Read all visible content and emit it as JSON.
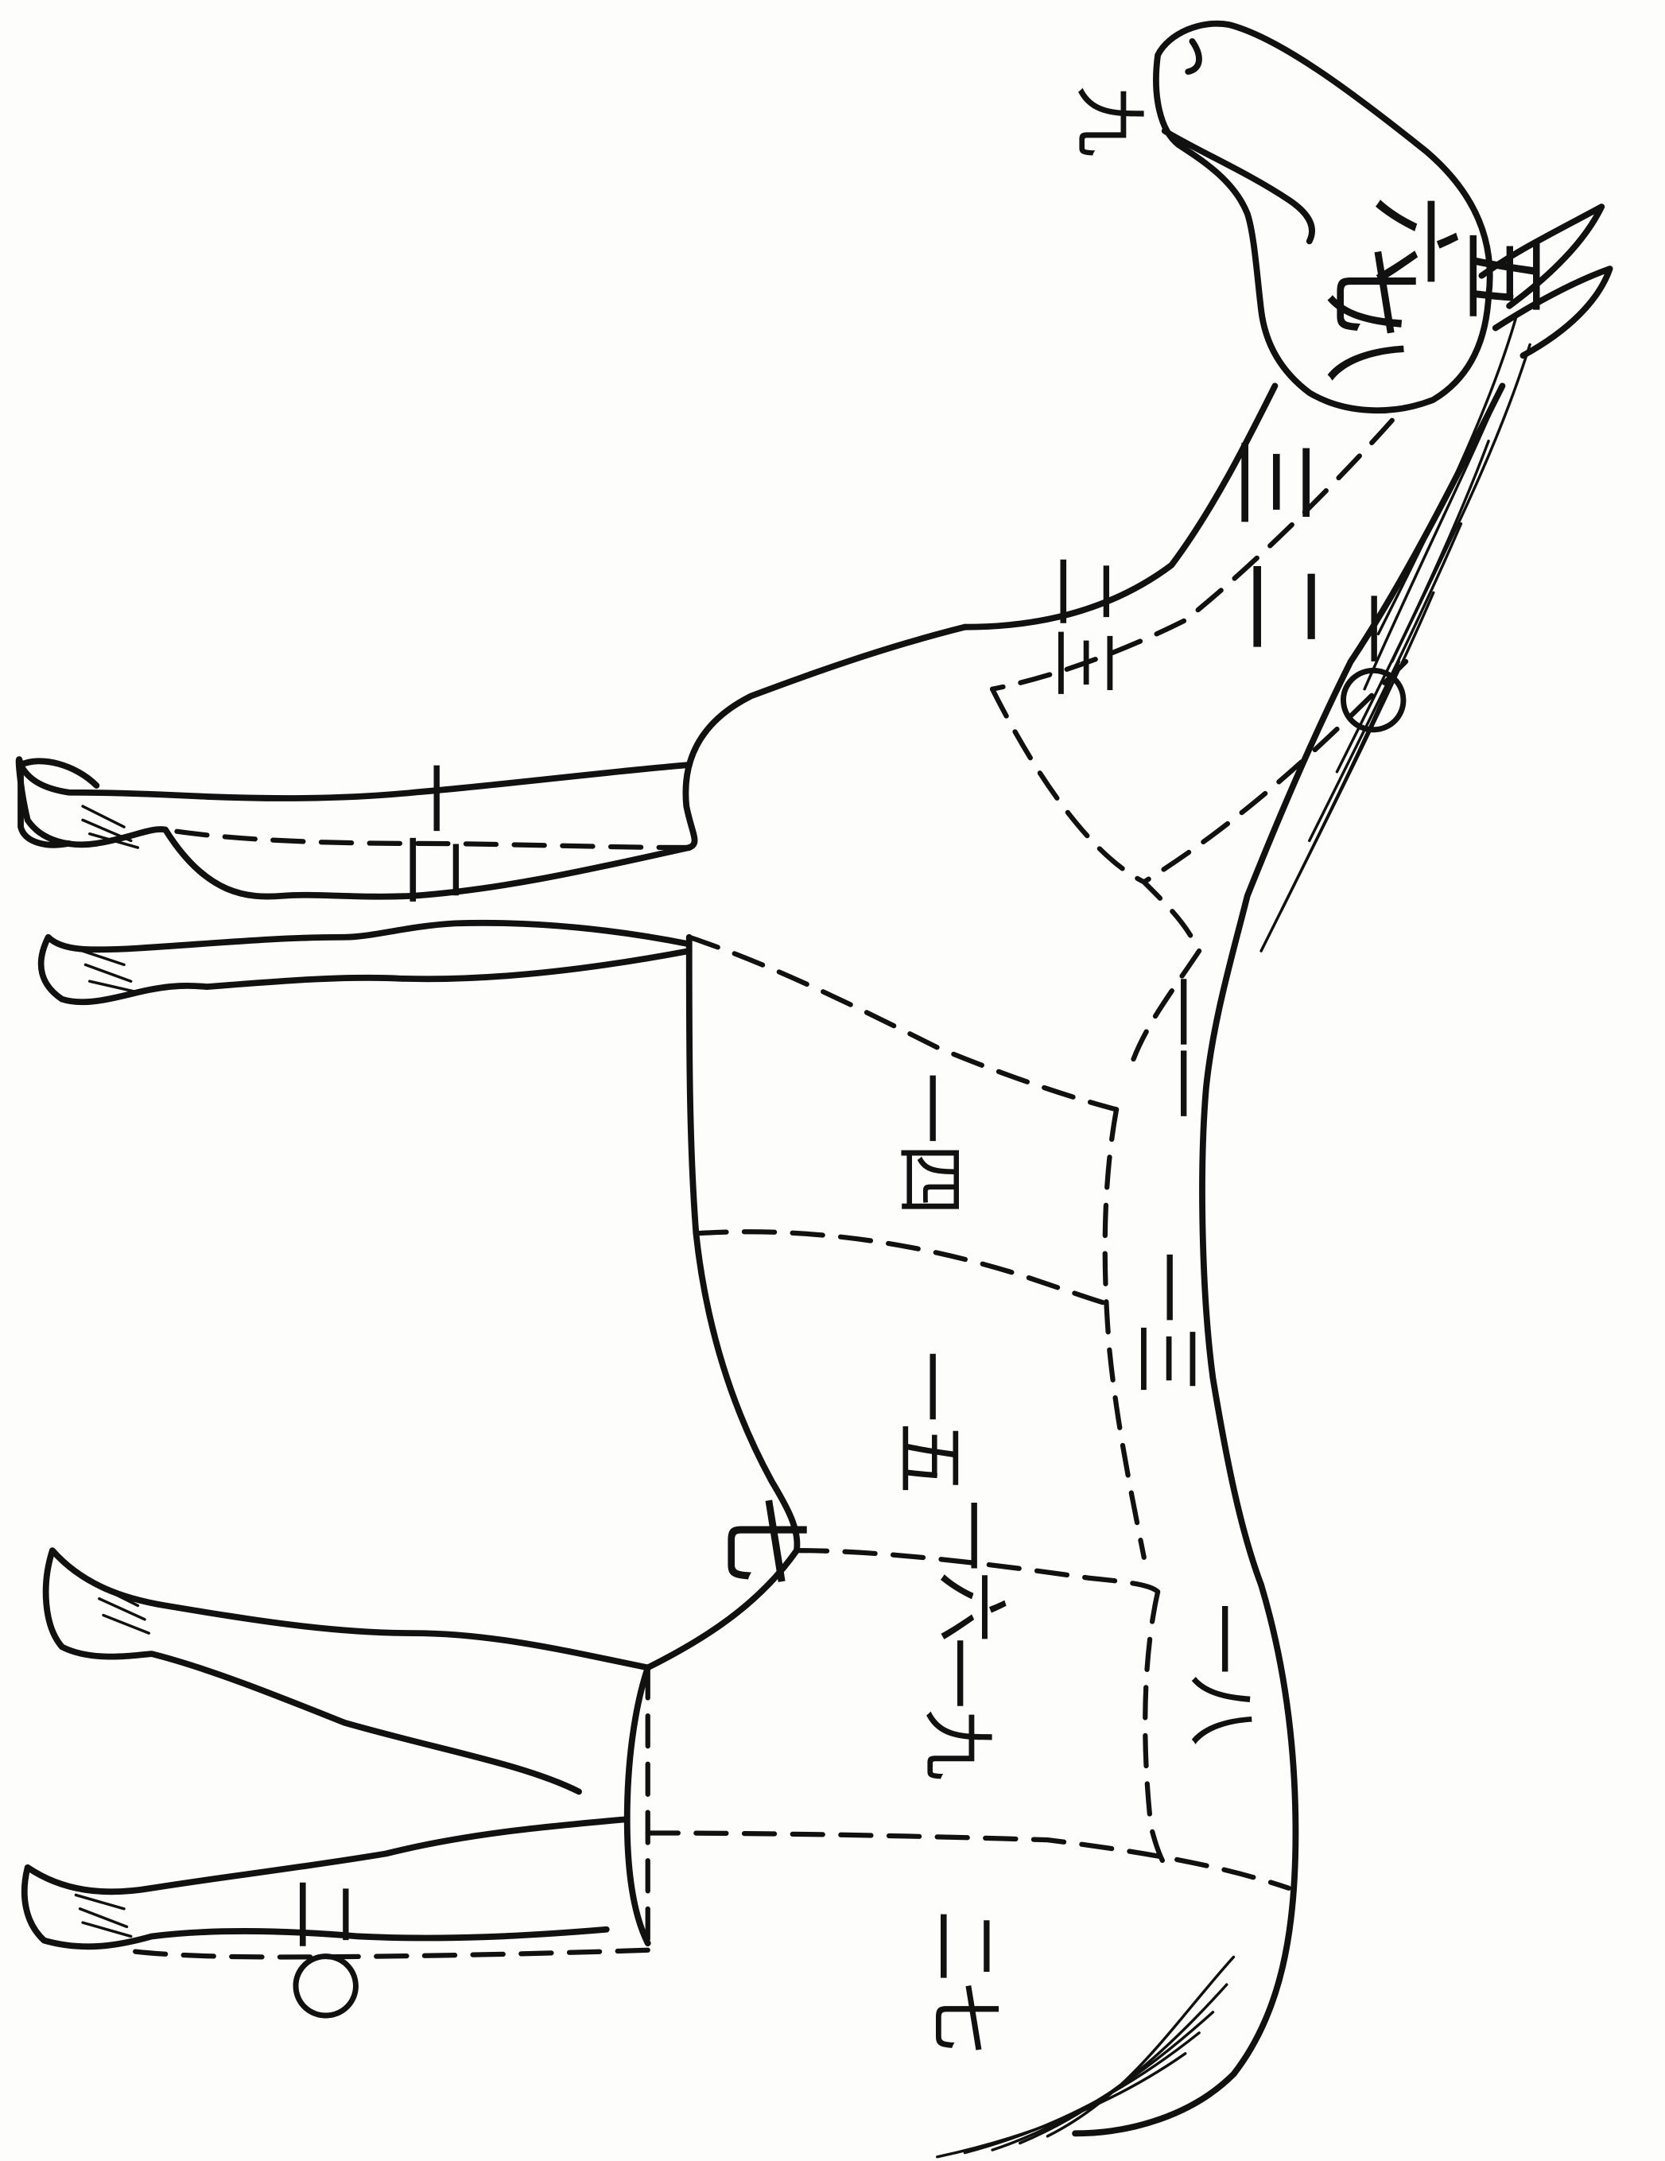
{
  "diagram": {
    "background": "#fdfdfb",
    "ink": "#111111",
    "regions": [
      {
        "id": "lips",
        "label": "九"
      },
      {
        "id": "head-upper",
        "label": "五"
      },
      {
        "id": "cheek",
        "label": "六"
      },
      {
        "id": "cheek-lower",
        "label": "七"
      },
      {
        "id": "jaw",
        "label": "八"
      },
      {
        "id": "throat",
        "label": "三"
      },
      {
        "id": "crest",
        "label": "二"
      },
      {
        "id": "neck-lower",
        "label": "二三"
      },
      {
        "id": "neck-upper",
        "label": "一〇"
      },
      {
        "id": "foreleg",
        "label": "一二"
      },
      {
        "id": "withers",
        "label": "一一"
      },
      {
        "id": "shoulder",
        "label": "一四"
      },
      {
        "id": "back",
        "label": "一三"
      },
      {
        "id": "belly",
        "label": "一五"
      },
      {
        "id": "stifle",
        "label": "七"
      },
      {
        "id": "flank",
        "label": "一六"
      },
      {
        "id": "loin",
        "label": "一八"
      },
      {
        "id": "hip",
        "label": "一九"
      },
      {
        "id": "tail",
        "label": "二七"
      },
      {
        "id": "hindleg",
        "label": "二〇"
      }
    ]
  }
}
